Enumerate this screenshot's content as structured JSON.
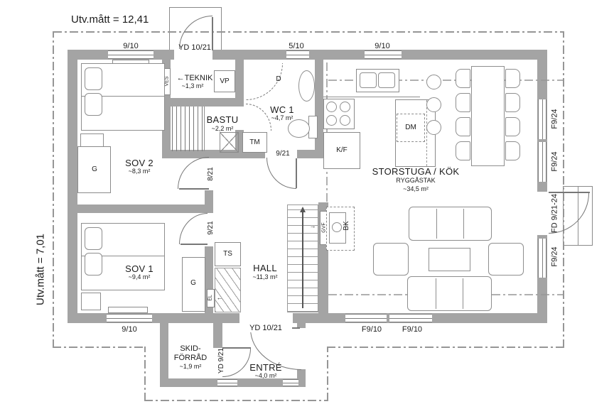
{
  "plan": {
    "outer_width_label": "Utv.mått = 12,41",
    "outer_height_label": "Utv.mått = 7,01"
  },
  "rooms": {
    "sov2": {
      "name": "SOV 2",
      "area": "~8,3 m²"
    },
    "sov1": {
      "name": "SOV 1",
      "area": "~9,4 m²"
    },
    "teknik": {
      "name": "TEKNIK",
      "area": "~1,3 m²"
    },
    "bastu": {
      "name": "BASTU",
      "area": "~2,2 m²"
    },
    "wc1": {
      "name": "WC 1",
      "area": "~4,7 m²"
    },
    "hall": {
      "name": "HALL",
      "area": "~11,3 m²"
    },
    "storstuga": {
      "name": "STORSTUGA / KÖK",
      "subtitle": "RYGGÅSTAK",
      "area": "~34,5 m²"
    },
    "skidforrad": {
      "line1": "SKID-",
      "line2": "FÖRRÅD",
      "area": "~1,9 m²"
    },
    "entre": {
      "name": "ENTRÉ",
      "area": "~4,0 m²"
    }
  },
  "openings": {
    "top_window_left": "9/10",
    "top_door": "YD 10/21",
    "top_window_mid": "5/10",
    "top_window_right": "9/10",
    "right_window_1": "F9/24",
    "right_window_2": "F9/24",
    "right_door": "FD 9/21-24",
    "right_window_3": "F9/24",
    "bottom_window_left": "9/10",
    "bottom_window_right_1": "F9/10",
    "bottom_window_right_2": "F9/10",
    "entre_door": "YD 10/21",
    "skid_door": "YD 9/21",
    "sov2_door": "8/21",
    "sov1_door": "9/21",
    "wc_door": "9/21"
  },
  "fixtures": {
    "vp": "VP",
    "ves": "VES",
    "dusch": "D",
    "tm": "TM",
    "kf": "K/F",
    "dm": "DM",
    "ts": "TS",
    "el": "EL",
    "gvf": "GVF",
    "bk": "BK",
    "g_sov2": "G",
    "g_sov1": "G"
  },
  "symbols": {
    "left_arrow": "←",
    "right_arrow": "→"
  }
}
